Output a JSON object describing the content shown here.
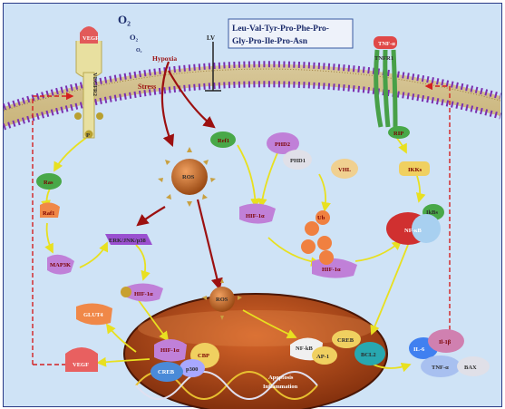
{
  "peptide": {
    "line1": "Leu-Val-Tyr-Pro-Phe-Pro-",
    "line2": "Gly-Pro-Ile-Pro-Asn"
  },
  "oxygen": {
    "big": "O₂",
    "mid": "O₂",
    "small": "O₂"
  },
  "stimuli": {
    "lv": "LV",
    "hypoxia": "Hypoxia",
    "stress": "Stress"
  },
  "receptors": {
    "vegf_top": "VEGF",
    "vegfr2": "VEGFR2",
    "tnf": "TNF-α",
    "tnfr1": "TNFR1",
    "p": "P"
  },
  "cytoplasm": {
    "ros": "ROS",
    "ros_nuclear": "ROS",
    "ref1": "Ref1",
    "phd2": "PHD2",
    "phd1": "PHD1",
    "vhl": "VHL",
    "hif_mid": "HIF-1α",
    "hif_left": "HIF-1α",
    "hif_ub": "HIF-1α",
    "ub": "Ub",
    "ras": "Ras",
    "raf1": "Raf1",
    "map3k": "MAP3K",
    "erk": "ERK/JNK/p38",
    "rip": "RIP",
    "ikks": "IKKs",
    "ikb": "IkBs",
    "nfkb": "NF-κB",
    "glut4": "GLUT4",
    "vegf_bottom": "VEGF"
  },
  "nucleus": {
    "hif": "HIF-1α",
    "cbp": "CBP",
    "creb_left": "CREB",
    "p300": "p300",
    "nfkb": "NF-kB",
    "ap1": "AP-1",
    "creb_right": "CREB",
    "bcl2": "BCL2",
    "outcome1": "Apoptosis",
    "outcome2": "Inflammation"
  },
  "outputs": {
    "il6": "IL-6",
    "il1b": "Il-1β",
    "tnfa": "TNF-α",
    "bax": "BAX"
  },
  "colors": {
    "membrane_head": "#7a2fb0",
    "arrow_yellow": "#e8e020",
    "arrow_red": "#9c1010",
    "nucleus": "#b2401a",
    "background": "#cfe3f6"
  }
}
